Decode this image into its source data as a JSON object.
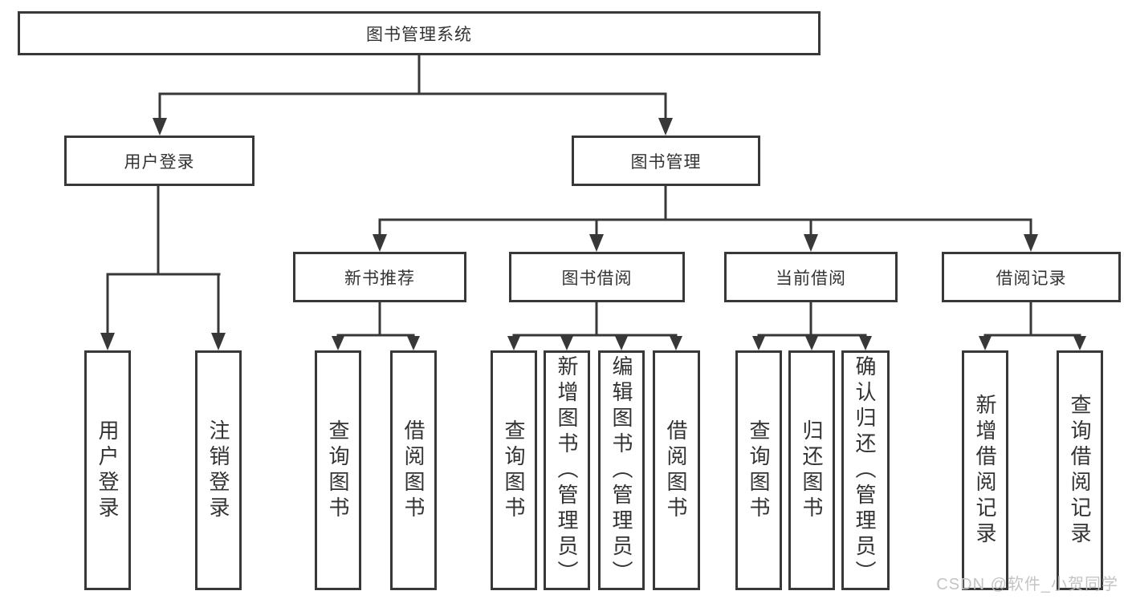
{
  "tree": {
    "label": "图书管理系统",
    "children": [
      {
        "label": "用户登录",
        "children": [
          {
            "label": "用户登录"
          },
          {
            "label": "注销登录"
          }
        ]
      },
      {
        "label": "图书管理",
        "children": [
          {
            "label": "新书推荐",
            "children": [
              {
                "label": "查询图书"
              },
              {
                "label": "借阅图书"
              }
            ]
          },
          {
            "label": "图书借阅",
            "children": [
              {
                "label": "查询图书"
              },
              {
                "label": "新增图书（管理员）"
              },
              {
                "label": "编辑图书（管理员）"
              },
              {
                "label": "借阅图书"
              }
            ]
          },
          {
            "label": "当前借阅",
            "children": [
              {
                "label": "查询图书"
              },
              {
                "label": "归还图书"
              },
              {
                "label": "确认归还（管理员）"
              }
            ]
          },
          {
            "label": "借阅记录",
            "children": [
              {
                "label": "新增借阅记录"
              },
              {
                "label": "查询借阅记录"
              }
            ]
          }
        ]
      }
    ]
  },
  "watermark": {
    "text": "CSDN @软件_小贺同学"
  },
  "colors": {
    "line": "#383838",
    "text": "#333333",
    "watermark": "#c1c1c1",
    "background": "#ffffff"
  }
}
